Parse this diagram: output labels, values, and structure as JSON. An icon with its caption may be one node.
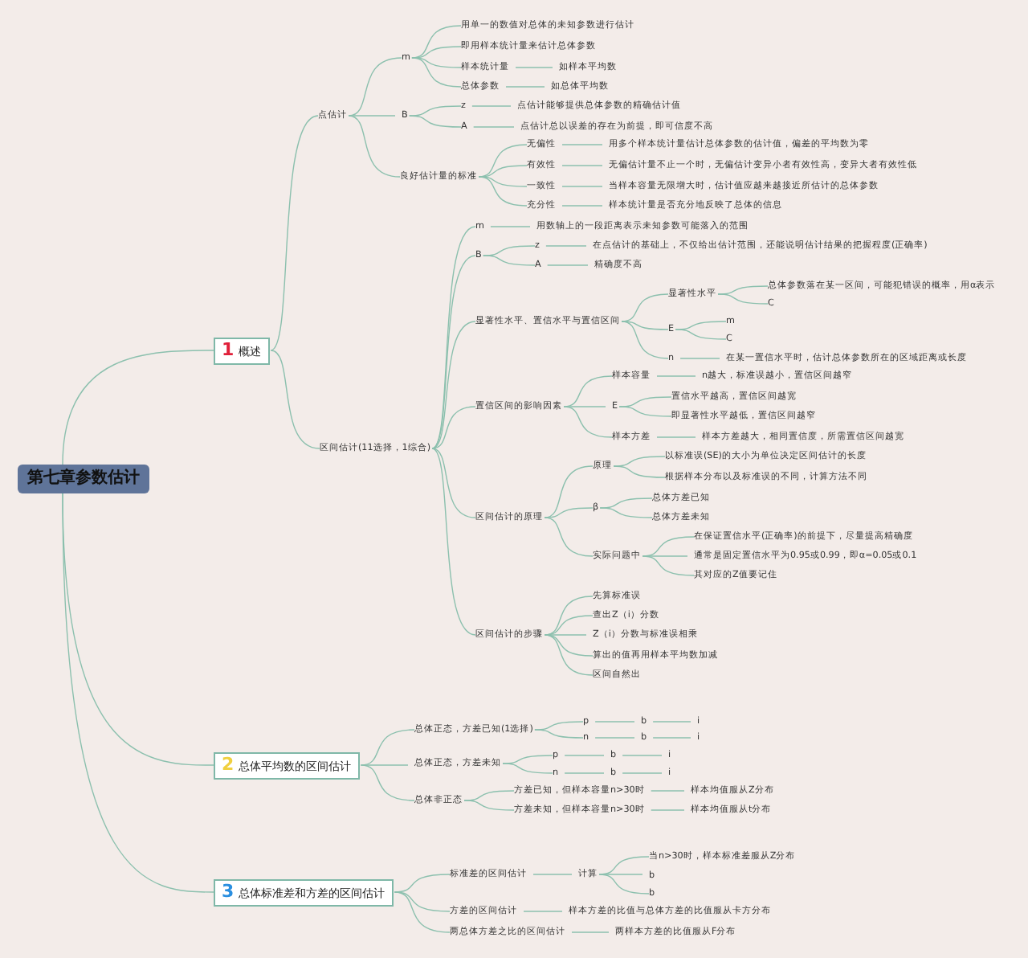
{
  "diagram": {
    "nodes": [
      {
        "text": [
          "第七章参数估计"
        ]
      },
      {
        "text": [
          "1",
          "概述"
        ]
      },
      {
        "text": [
          "点估计"
        ]
      },
      {
        "text": [
          "m"
        ]
      },
      {
        "text": [
          "用单一的数值对总体的未知参数进行估计"
        ]
      },
      {
        "text": [
          "即用样本统计量来估计总体参数"
        ]
      },
      {
        "text": [
          "样本统计量"
        ]
      },
      {
        "text": [
          "如样本平均数"
        ]
      },
      {
        "text": [
          "总体参数"
        ]
      },
      {
        "text": [
          "如总体平均数"
        ]
      },
      {
        "text": [
          "B"
        ]
      },
      {
        "text": [
          "z"
        ]
      },
      {
        "text": [
          "点估计能够提供总体参数的精确估计值"
        ]
      },
      {
        "text": [
          "A"
        ]
      },
      {
        "text": [
          "点估计总以误差的存在为前提，即可信度不高"
        ]
      },
      {
        "text": [
          "良好估计量的标准"
        ]
      },
      {
        "text": [
          "无偏性"
        ]
      },
      {
        "text": [
          "用多个样本统计量估计总体参数的估计值，偏差的平均数为零"
        ]
      },
      {
        "text": [
          "有效性"
        ]
      },
      {
        "text": [
          "无偏估计量不止一个时，无偏估计变异小者有效性高，变异大者有效性低"
        ]
      },
      {
        "text": [
          "一致性"
        ]
      },
      {
        "text": [
          "当样本容量无限增大时，估计值应越来越接近所估计的总体参数"
        ]
      },
      {
        "text": [
          "充分性"
        ]
      },
      {
        "text": [
          "样本统计量是否充分地反映了总体的信息"
        ]
      },
      {
        "text": [
          "区间估计(11选择，1综合)"
        ]
      },
      {
        "text": [
          "m"
        ]
      },
      {
        "text": [
          "用数轴上的一段距离表示未知参数可能落入的范围"
        ]
      },
      {
        "text": [
          "B"
        ]
      },
      {
        "text": [
          "z"
        ]
      },
      {
        "text": [
          "在点估计的基础上，不仅给出估计范围，还能说明估计结果的把握程度(正确率)"
        ]
      },
      {
        "text": [
          "A"
        ]
      },
      {
        "text": [
          "精确度不高"
        ]
      },
      {
        "text": [
          "显著性水平、置信水平与置信区间"
        ]
      },
      {
        "text": [
          "显著性水平"
        ]
      },
      {
        "text": [
          "总体参数落在某一区间，可能犯错误的概率，用α表示"
        ]
      },
      {
        "text": [
          "C"
        ]
      },
      {
        "text": [
          "E"
        ]
      },
      {
        "text": [
          "m"
        ]
      },
      {
        "text": [
          "C"
        ]
      },
      {
        "text": [
          "n"
        ]
      },
      {
        "text": [
          "在某一置信水平时，估计总体参数所在的区域距离或长度"
        ]
      },
      {
        "text": [
          "置信区间的影响因素"
        ]
      },
      {
        "text": [
          "样本容量"
        ]
      },
      {
        "text": [
          "n越大，标准误越小，置信区间越窄"
        ]
      },
      {
        "text": [
          "E"
        ]
      },
      {
        "text": [
          "置信水平越高，置信区间越宽"
        ]
      },
      {
        "text": [
          "即显著性水平越低，置信区间越窄"
        ]
      },
      {
        "text": [
          "样本方差"
        ]
      },
      {
        "text": [
          "样本方差越大，相同置信度，所需置信区间越宽"
        ]
      },
      {
        "text": [
          "区间估计的原理"
        ]
      },
      {
        "text": [
          "原理"
        ]
      },
      {
        "text": [
          "以标准误(SE)的大小为单位决定区间估计的长度"
        ]
      },
      {
        "text": [
          "根据样本分布以及标准误的不同，计算方法不同"
        ]
      },
      {
        "text": [
          "β"
        ]
      },
      {
        "text": [
          "总体方差已知"
        ]
      },
      {
        "text": [
          "总体方差未知"
        ]
      },
      {
        "text": [
          "实际问题中"
        ]
      },
      {
        "text": [
          "在保证置信水平(正确率)的前提下，尽量提高精确度"
        ]
      },
      {
        "text": [
          "通常是固定置信水平为0.95或0.99，即α=0.05或0.1"
        ]
      },
      {
        "text": [
          "其对应的Z值要记住"
        ]
      },
      {
        "text": [
          "区间估计的步骤"
        ]
      },
      {
        "text": [
          "先算标准误"
        ]
      },
      {
        "text": [
          "查出Z（i）分数"
        ]
      },
      {
        "text": [
          "Z（i）分数与标准误相乘"
        ]
      },
      {
        "text": [
          "算出的值再用样本平均数加减"
        ]
      },
      {
        "text": [
          "区间自然出"
        ]
      },
      {
        "text": [
          "2",
          "总体平均数的区间估计"
        ]
      },
      {
        "text": [
          "总体正态，方差已知(1选择)"
        ]
      },
      {
        "text": [
          "p"
        ]
      },
      {
        "text": [
          "b"
        ]
      },
      {
        "text": [
          "i"
        ]
      },
      {
        "text": [
          "n"
        ]
      },
      {
        "text": [
          "b"
        ]
      },
      {
        "text": [
          "i"
        ]
      },
      {
        "text": [
          "总体正态，方差未知"
        ]
      },
      {
        "text": [
          "p"
        ]
      },
      {
        "text": [
          "b"
        ]
      },
      {
        "text": [
          "i"
        ]
      },
      {
        "text": [
          "n"
        ]
      },
      {
        "text": [
          "b"
        ]
      },
      {
        "text": [
          "i"
        ]
      },
      {
        "text": [
          "总体非正态"
        ]
      },
      {
        "text": [
          "方差已知，但样本容量n>30时"
        ]
      },
      {
        "text": [
          "样本均值服从Z分布"
        ]
      },
      {
        "text": [
          "方差未知，但样本容量n>30时"
        ]
      },
      {
        "text": [
          "样本均值服从t分布"
        ]
      },
      {
        "text": [
          "3",
          "总体标准差和方差的区间估计"
        ]
      },
      {
        "text": [
          "标准差的区间估计"
        ]
      },
      {
        "text": [
          "计算"
        ]
      },
      {
        "text": [
          "当n>30时，样本标准差服从Z分布"
        ]
      },
      {
        "text": [
          "b"
        ]
      },
      {
        "text": [
          "b"
        ]
      },
      {
        "text": [
          "方差的区间估计"
        ]
      },
      {
        "text": [
          "样本方差的比值与总体方差的比值服从卡方分布"
        ]
      },
      {
        "text": [
          "两总体方差之比的区间估计"
        ]
      },
      {
        "text": [
          "两样本方差的比值服从F分布"
        ]
      }
    ],
    "edges": [
      {
        "from": 0,
        "to": 1,
        "arrow": "none"
      },
      {
        "from": 0,
        "to": 66,
        "arrow": "none"
      },
      {
        "from": 0,
        "to": 86,
        "arrow": "none"
      },
      {
        "from": 1,
        "to": 2,
        "arrow": "none"
      },
      {
        "from": 1,
        "to": 24,
        "arrow": "none"
      },
      {
        "from": 2,
        "to": 3,
        "arrow": "none"
      },
      {
        "from": 2,
        "to": 10,
        "arrow": "none"
      },
      {
        "from": 2,
        "to": 15,
        "arrow": "none"
      },
      {
        "from": 3,
        "to": 4,
        "arrow": "none"
      },
      {
        "from": 3,
        "to": 5,
        "arrow": "none"
      },
      {
        "from": 3,
        "to": 6,
        "arrow": "none"
      },
      {
        "from": 3,
        "to": 8,
        "arrow": "none"
      },
      {
        "from": 6,
        "to": 7,
        "arrow": "none"
      },
      {
        "from": 8,
        "to": 9,
        "arrow": "none"
      },
      {
        "from": 10,
        "to": 11,
        "arrow": "none"
      },
      {
        "from": 10,
        "to": 13,
        "arrow": "none"
      },
      {
        "from": 11,
        "to": 12,
        "arrow": "none"
      },
      {
        "from": 13,
        "to": 14,
        "arrow": "none"
      },
      {
        "from": 15,
        "to": 16,
        "arrow": "none"
      },
      {
        "from": 15,
        "to": 18,
        "arrow": "none"
      },
      {
        "from": 15,
        "to": 20,
        "arrow": "none"
      },
      {
        "from": 15,
        "to": 22,
        "arrow": "none"
      },
      {
        "from": 16,
        "to": 17,
        "arrow": "none"
      },
      {
        "from": 18,
        "to": 19,
        "arrow": "none"
      },
      {
        "from": 20,
        "to": 21,
        "arrow": "none"
      },
      {
        "from": 22,
        "to": 23,
        "arrow": "none"
      },
      {
        "from": 24,
        "to": 25,
        "arrow": "none"
      },
      {
        "from": 24,
        "to": 27,
        "arrow": "none"
      },
      {
        "from": 24,
        "to": 32,
        "arrow": "none"
      },
      {
        "from": 24,
        "to": 41,
        "arrow": "none"
      },
      {
        "from": 24,
        "to": 49,
        "arrow": "none"
      },
      {
        "from": 24,
        "to": 60,
        "arrow": "none"
      },
      {
        "from": 25,
        "to": 26,
        "arrow": "none"
      },
      {
        "from": 27,
        "to": 28,
        "arrow": "none"
      },
      {
        "from": 27,
        "to": 30,
        "arrow": "none"
      },
      {
        "from": 28,
        "to": 29,
        "arrow": "none"
      },
      {
        "from": 30,
        "to": 31,
        "arrow": "none"
      },
      {
        "from": 32,
        "to": 33,
        "arrow": "none"
      },
      {
        "from": 32,
        "to": 36,
        "arrow": "none"
      },
      {
        "from": 32,
        "to": 39,
        "arrow": "none"
      },
      {
        "from": 33,
        "to": 34,
        "arrow": "none"
      },
      {
        "from": 33,
        "to": 35,
        "arrow": "none"
      },
      {
        "from": 36,
        "to": 37,
        "arrow": "none"
      },
      {
        "from": 36,
        "to": 38,
        "arrow": "none"
      },
      {
        "from": 39,
        "to": 40,
        "arrow": "none"
      },
      {
        "from": 41,
        "to": 42,
        "arrow": "none"
      },
      {
        "from": 41,
        "to": 44,
        "arrow": "none"
      },
      {
        "from": 41,
        "to": 47,
        "arrow": "none"
      },
      {
        "from": 42,
        "to": 43,
        "arrow": "none"
      },
      {
        "from": 44,
        "to": 45,
        "arrow": "none"
      },
      {
        "from": 44,
        "to": 46,
        "arrow": "none"
      },
      {
        "from": 47,
        "to": 48,
        "arrow": "none"
      },
      {
        "from": 49,
        "to": 50,
        "arrow": "none"
      },
      {
        "from": 49,
        "to": 53,
        "arrow": "none"
      },
      {
        "from": 49,
        "to": 56,
        "arrow": "none"
      },
      {
        "from": 50,
        "to": 51,
        "arrow": "none"
      },
      {
        "from": 50,
        "to": 52,
        "arrow": "none"
      },
      {
        "from": 53,
        "to": 54,
        "arrow": "none"
      },
      {
        "from": 53,
        "to": 55,
        "arrow": "none"
      },
      {
        "from": 56,
        "to": 57,
        "arrow": "none"
      },
      {
        "from": 56,
        "to": 58,
        "arrow": "none"
      },
      {
        "from": 56,
        "to": 59,
        "arrow": "none"
      },
      {
        "from": 60,
        "to": 61,
        "arrow": "none"
      },
      {
        "from": 60,
        "to": 62,
        "arrow": "none"
      },
      {
        "from": 60,
        "to": 63,
        "arrow": "none"
      },
      {
        "from": 60,
        "to": 64,
        "arrow": "none"
      },
      {
        "from": 60,
        "to": 65,
        "arrow": "none"
      },
      {
        "from": 66,
        "to": 67,
        "arrow": "none"
      },
      {
        "from": 66,
        "to": 74,
        "arrow": "none"
      },
      {
        "from": 66,
        "to": 81,
        "arrow": "none"
      },
      {
        "from": 67,
        "to": 68,
        "arrow": "none"
      },
      {
        "from": 67,
        "to": 71,
        "arrow": "none"
      },
      {
        "from": 68,
        "to": 69,
        "arrow": "none"
      },
      {
        "from": 69,
        "to": 70,
        "arrow": "none"
      },
      {
        "from": 71,
        "to": 72,
        "arrow": "none"
      },
      {
        "from": 72,
        "to": 73,
        "arrow": "none"
      },
      {
        "from": 74,
        "to": 75,
        "arrow": "none"
      },
      {
        "from": 74,
        "to": 78,
        "arrow": "none"
      },
      {
        "from": 75,
        "to": 76,
        "arrow": "none"
      },
      {
        "from": 76,
        "to": 77,
        "arrow": "none"
      },
      {
        "from": 78,
        "to": 79,
        "arrow": "none"
      },
      {
        "from": 79,
        "to": 80,
        "arrow": "none"
      },
      {
        "from": 81,
        "to": 82,
        "arrow": "none"
      },
      {
        "from": 81,
        "to": 84,
        "arrow": "none"
      },
      {
        "from": 82,
        "to": 83,
        "arrow": "none"
      },
      {
        "from": 84,
        "to": 85,
        "arrow": "none"
      },
      {
        "from": 86,
        "to": 87,
        "arrow": "none"
      },
      {
        "from": 86,
        "to": 92,
        "arrow": "none"
      },
      {
        "from": 86,
        "to": 94,
        "arrow": "none"
      },
      {
        "from": 87,
        "to": 88,
        "arrow": "none"
      },
      {
        "from": 88,
        "to": 89,
        "arrow": "none"
      },
      {
        "from": 88,
        "to": 90,
        "arrow": "none"
      },
      {
        "from": 88,
        "to": 91,
        "arrow": "none"
      },
      {
        "from": 92,
        "to": 93,
        "arrow": "none"
      },
      {
        "from": 94,
        "to": 95,
        "arrow": "none"
      }
    ]
  }
}
